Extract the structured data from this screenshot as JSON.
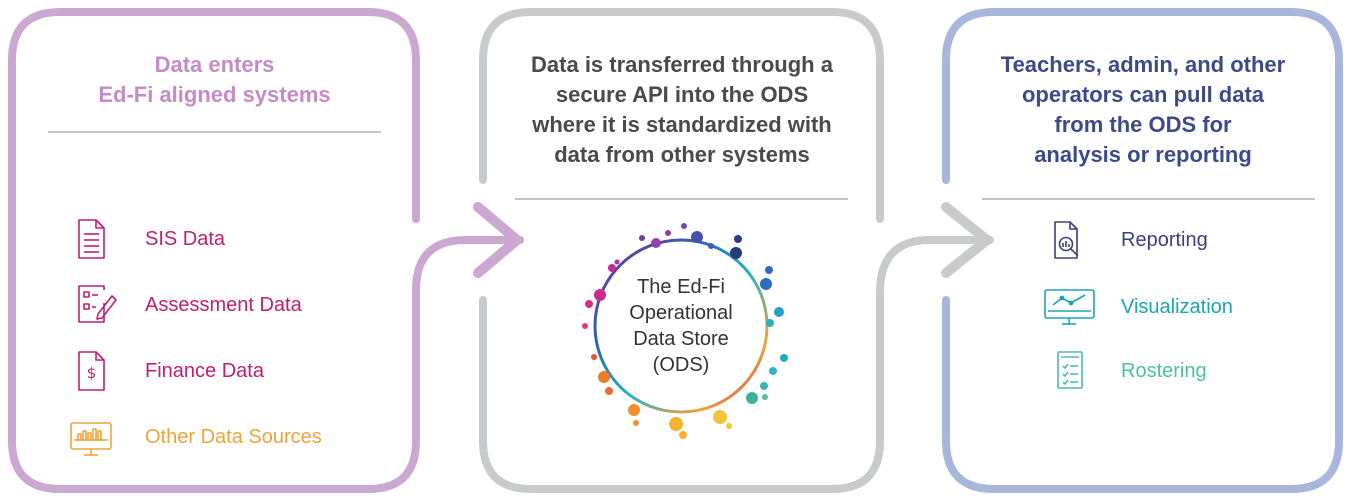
{
  "colors": {
    "left_frame": "#cba8d2",
    "center_frame": "#c9cbcb",
    "right_frame": "#a9b6dc",
    "left_heading": "#c58bc7",
    "center_heading": "#4a4a4a",
    "right_heading": "#3e4a87",
    "magenta": "#c21e71",
    "orange": "#f0a33b",
    "navy": "#3b3f7a",
    "teal": "#1aa5b3",
    "green": "#4dbf9a"
  },
  "left_panel": {
    "heading_line1": "Data enters",
    "heading_line2": "Ed-Fi aligned systems",
    "items": [
      {
        "label": "SIS Data",
        "icon": "document-icon"
      },
      {
        "label": "Assessment Data",
        "icon": "assessment-form-icon"
      },
      {
        "label": "Finance Data",
        "icon": "finance-document-icon"
      },
      {
        "label": "Other Data Sources",
        "icon": "monitor-bar-chart-icon"
      }
    ]
  },
  "center_panel": {
    "heading_lines": [
      "Data is transferred through a",
      "secure API into the ODS",
      "where it is standardized with",
      "data from other systems"
    ],
    "ods_lines": [
      "The Ed-Fi",
      "Operational",
      "Data Store",
      "(ODS)"
    ]
  },
  "right_panel": {
    "heading_lines": [
      "Teachers, admin, and other",
      "operators can pull data",
      "from the ODS for",
      "analysis or reporting"
    ],
    "items": [
      {
        "label": "Reporting",
        "icon": "report-magnifier-icon"
      },
      {
        "label": "Visualization",
        "icon": "monitor-line-chart-icon"
      },
      {
        "label": "Rostering",
        "icon": "checklist-icon"
      }
    ]
  }
}
